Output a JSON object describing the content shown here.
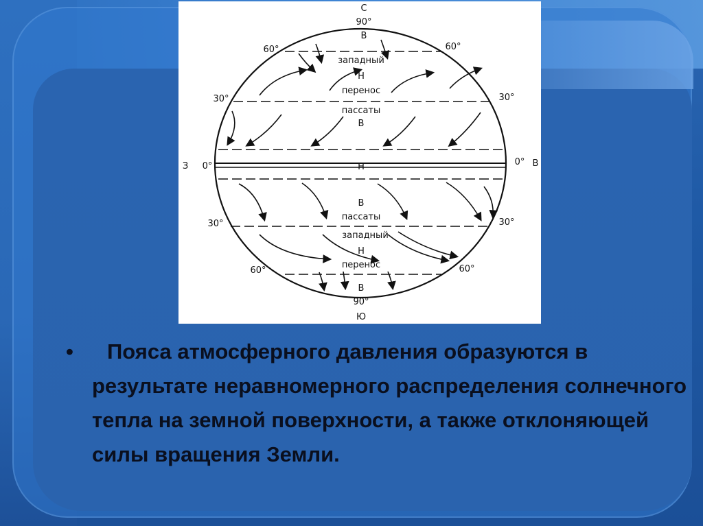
{
  "slide": {
    "bullet": "•",
    "text": "Пояса атмосферного давления образуются в результате неравномерного распределения солнечного тепла на земной поверхности, а также отклоняющей силы вращения Земли."
  },
  "diagram": {
    "poles": {
      "north": "С",
      "south": "Ю",
      "west": "З",
      "east": "В"
    },
    "latitudes": {
      "north_90": "90°",
      "south_90": "90°",
      "lat_60_left_n": "60°",
      "lat_60_right_n": "60°",
      "lat_30_left_n": "30°",
      "lat_30_right_n": "30°",
      "lat_0_left": "0°",
      "lat_0_right": "0°",
      "lat_30_left_s": "30°",
      "lat_30_right_s": "30°",
      "lat_60_left_s": "60°",
      "lat_60_right_s": "60°"
    },
    "labels": {
      "b_top": "В",
      "westerly_n": "западный",
      "h_n": "Н",
      "transfer_n": "перенос",
      "trade_n": "пассаты",
      "b_30n": "В",
      "h_equator": "Н",
      "b_30s": "В",
      "trade_s": "пассаты",
      "westerly_s": "западный",
      "h_s": "Н",
      "transfer_s": "перенос",
      "b_bottom": "В"
    },
    "colors": {
      "line": "#111111",
      "background": "#ffffff"
    }
  }
}
